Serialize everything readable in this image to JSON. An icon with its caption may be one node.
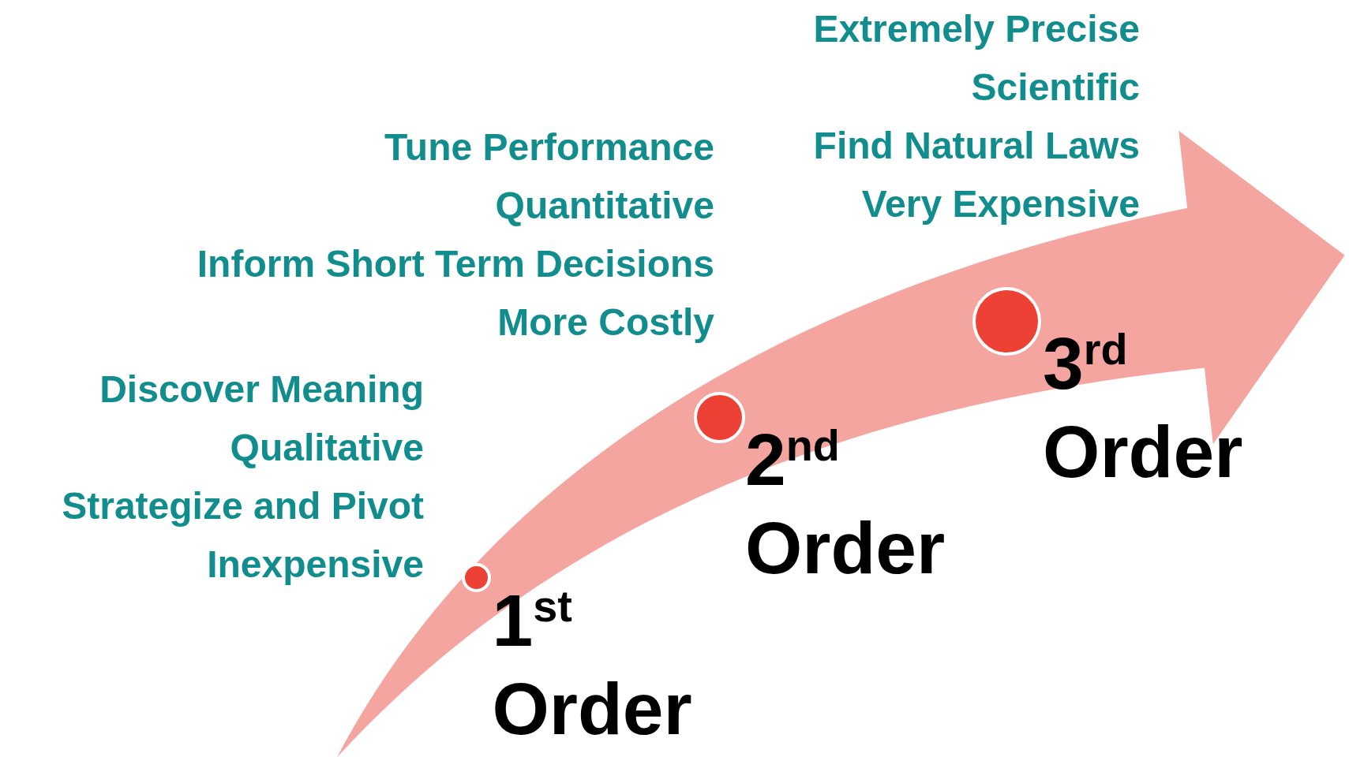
{
  "diagram": {
    "nodes": [
      {
        "text": [],
        "shape": "circle",
        "beside": [
          "1$^{st}$ Order",
          "Discover Meaning",
          "Qualitative",
          "Strategize and Pivot",
          "Inexpensive"
        ]
      },
      {
        "text": [],
        "shape": "circle",
        "beside": [
          "2$^{nd}$ Order",
          "Tune Performance",
          "Quantitative",
          "Inform Short Term Decisions",
          "More Costly"
        ]
      },
      {
        "text": [],
        "shape": "circle",
        "beside": [
          "3$^{rd}$ Order",
          "Extremely Precise",
          "Scientific",
          "Find Natural Laws",
          "Very Expensive"
        ]
      }
    ]
  }
}
